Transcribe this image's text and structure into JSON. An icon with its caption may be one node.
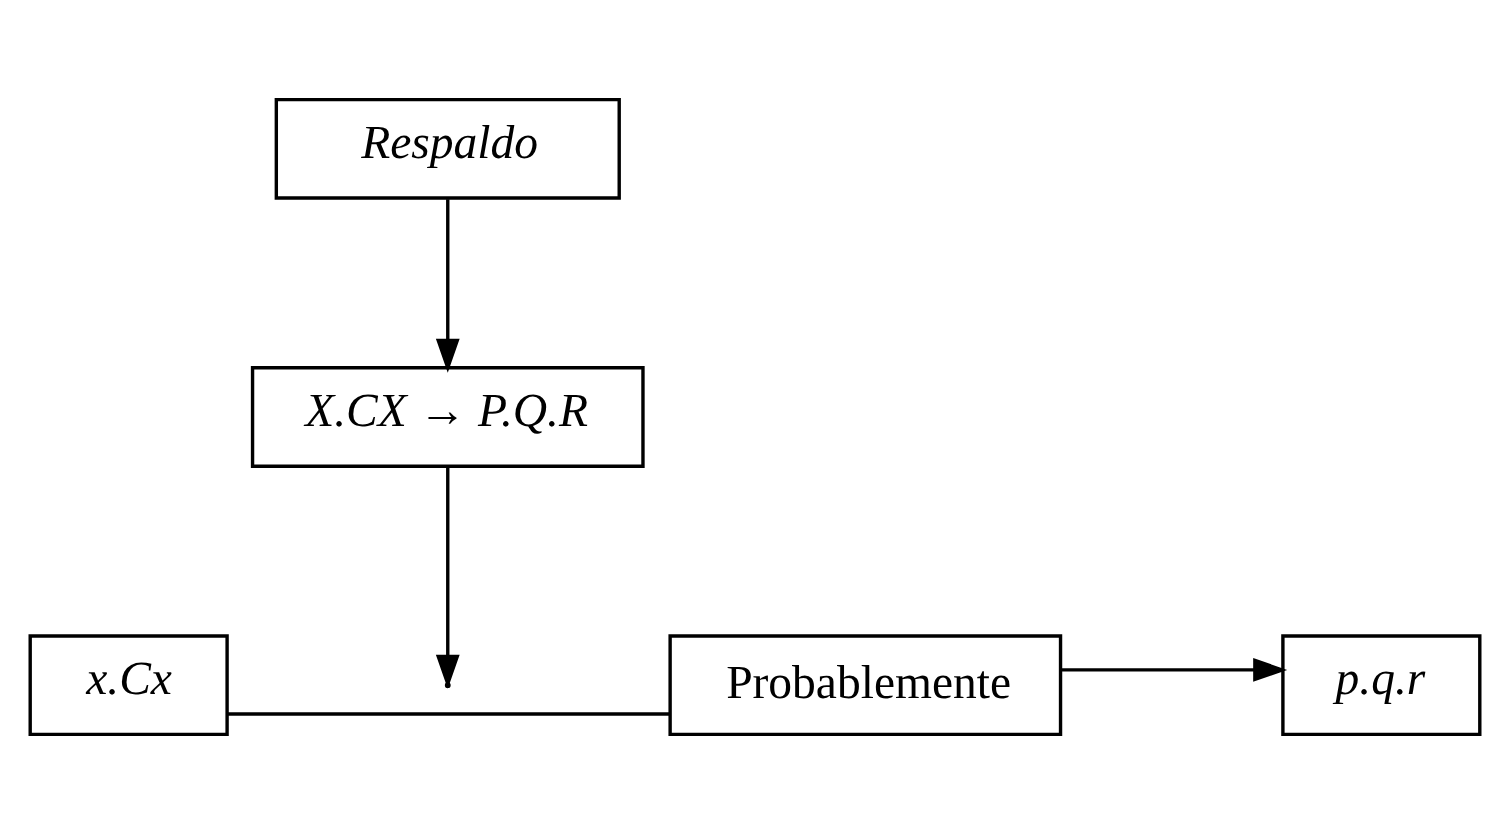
{
  "diagram": {
    "nodes": [
      {
        "text": [
          "Respaldo"
        ]
      },
      {
        "text": [
          "X.CX → P.Q.R"
        ]
      },
      {
        "text": [
          "x.Cx"
        ]
      },
      {
        "text": [
          "Probablemente"
        ]
      },
      {
        "text": [
          "p.q.r"
        ]
      }
    ],
    "edges": [
      {
        "from": 0,
        "to": 1,
        "arrow": "to"
      },
      {
        "from": 1,
        "to": null,
        "arrow": "to"
      },
      {
        "from": 2,
        "to": 3,
        "arrow": "none"
      },
      {
        "from": 3,
        "to": 4,
        "arrow": "to"
      }
    ]
  }
}
